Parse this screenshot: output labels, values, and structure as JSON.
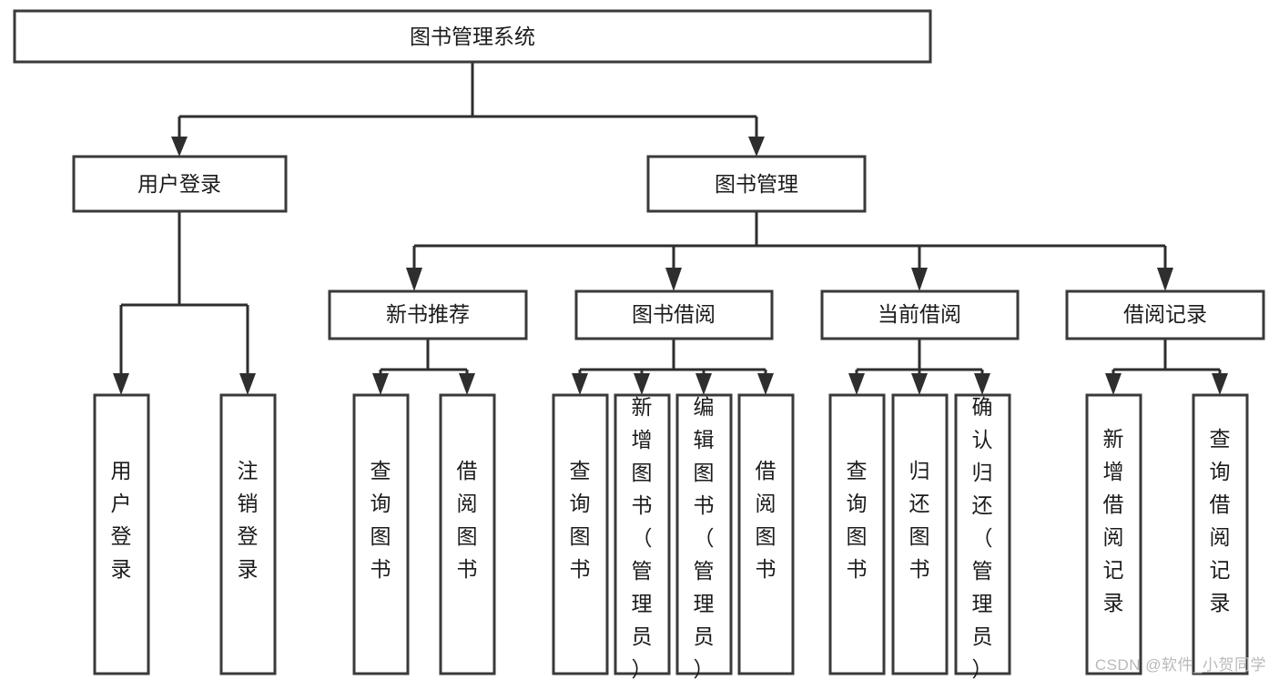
{
  "diagram": {
    "type": "tree-hierarchy",
    "title": "图书管理系统",
    "watermark": "CSDN @软件_小贺同学",
    "colors": {
      "background": "#ffffff",
      "box_stroke": "#3a3a3a",
      "box_fill": "#ffffff",
      "connector": "#2e2e2e",
      "text": "#1b1b1b",
      "watermark": "#b9b9b9"
    },
    "root": {
      "id": "root",
      "label": "图书管理系统",
      "orientation": "horizontal"
    },
    "level2": [
      {
        "id": "user-login",
        "label": "用户登录",
        "orientation": "horizontal"
      },
      {
        "id": "book-management",
        "label": "图书管理",
        "orientation": "horizontal"
      }
    ],
    "level3": [
      {
        "id": "new-book-recommend",
        "label": "新书推荐",
        "orientation": "horizontal",
        "parent": "book-management"
      },
      {
        "id": "book-borrow",
        "label": "图书借阅",
        "orientation": "horizontal",
        "parent": "book-management"
      },
      {
        "id": "current-borrow",
        "label": "当前借阅",
        "orientation": "horizontal",
        "parent": "book-management"
      },
      {
        "id": "borrow-records",
        "label": "借阅记录",
        "orientation": "horizontal",
        "parent": "book-management"
      }
    ],
    "leaves": [
      {
        "id": "leaf-user-login",
        "label": "用户登录",
        "parent": "user-login",
        "orientation": "vertical"
      },
      {
        "id": "leaf-user-logout",
        "label": "注销登录",
        "parent": "user-login",
        "orientation": "vertical"
      },
      {
        "id": "leaf-query-book-1",
        "label": "查询图书",
        "parent": "new-book-recommend",
        "orientation": "vertical"
      },
      {
        "id": "leaf-borrow-book-1",
        "label": "借阅图书",
        "parent": "new-book-recommend",
        "orientation": "vertical"
      },
      {
        "id": "leaf-query-book-2",
        "label": "查询图书",
        "parent": "book-borrow",
        "orientation": "vertical"
      },
      {
        "id": "leaf-add-book",
        "label": "新增图书（管理员）",
        "parent": "book-borrow",
        "orientation": "vertical"
      },
      {
        "id": "leaf-edit-book",
        "label": "编辑图书（管理员）",
        "parent": "book-borrow",
        "orientation": "vertical"
      },
      {
        "id": "leaf-borrow-book-2",
        "label": "借阅图书",
        "parent": "book-borrow",
        "orientation": "vertical"
      },
      {
        "id": "leaf-query-book-3",
        "label": "查询图书",
        "parent": "current-borrow",
        "orientation": "vertical"
      },
      {
        "id": "leaf-return-book",
        "label": "归还图书",
        "parent": "current-borrow",
        "orientation": "vertical"
      },
      {
        "id": "leaf-confirm-return",
        "label": "确认归还（管理员）",
        "parent": "current-borrow",
        "orientation": "vertical"
      },
      {
        "id": "leaf-add-record",
        "label": "新增借阅记录",
        "parent": "borrow-records",
        "orientation": "vertical"
      },
      {
        "id": "leaf-query-record",
        "label": "查询借阅记录",
        "parent": "borrow-records",
        "orientation": "vertical"
      }
    ]
  }
}
